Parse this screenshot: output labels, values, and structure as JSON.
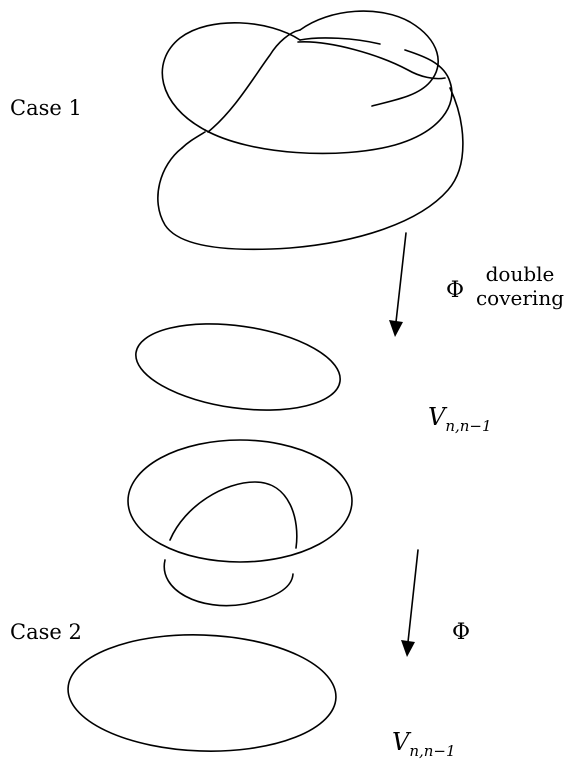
{
  "labels": {
    "case1": "Case 1",
    "case2": "Case 2",
    "phi": "Φ",
    "double_covering_line1": "double",
    "double_covering_line2": "covering",
    "v_symbol": "V",
    "v_subscript": "n,n−1"
  },
  "colors": {
    "ink": "#000000",
    "background": "#ffffff"
  }
}
